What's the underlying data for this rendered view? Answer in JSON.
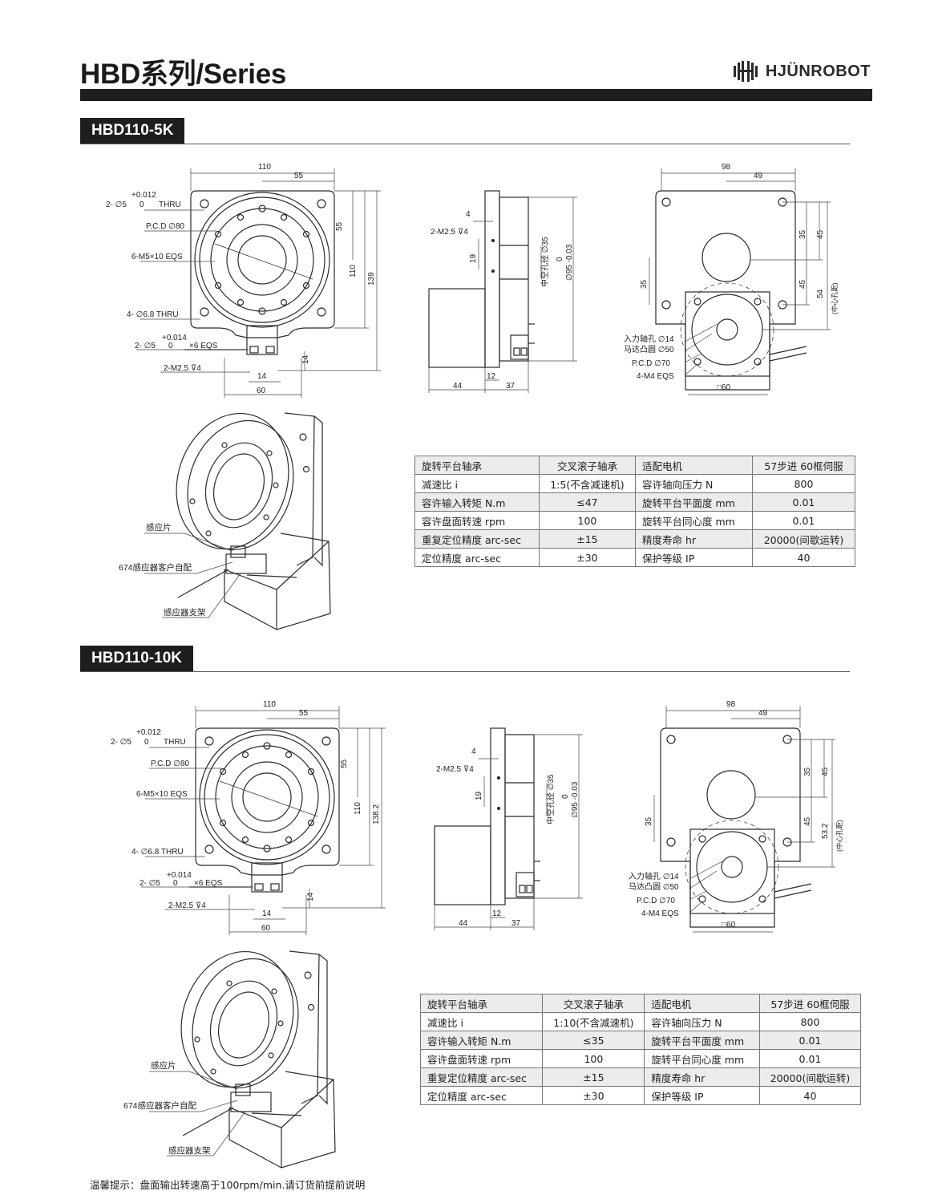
{
  "header": {
    "title": "HBD系列/Series",
    "brand": "HJÜNROBOT",
    "brand_icon": "brand-logo-icon"
  },
  "sections": [
    {
      "model": "HBD110-5K",
      "front_dims": {
        "width_total": "110",
        "width_half": "55",
        "h_right": "55",
        "h_mid": "110",
        "h_total": "139",
        "bottom_60": "60",
        "bottom_14": "14",
        "side_14": "14",
        "tol1_top": "+0.012",
        "tol1_bottom": "0",
        "pin_top": "2- ∅5",
        "pin_top_suffix": "THRU",
        "pcd": "P.C.D ∅80",
        "m5": "6-M5×10 EQS",
        "thru68": "4- ∅6.8 THRU",
        "tol2_top": "+0.014",
        "tol2_bottom": "0",
        "pin_bottom": "2- ∅5",
        "pin_bottom_suffix": "×6 EQS",
        "m25": "2-M2.5 ⊽4"
      },
      "side_dims": {
        "d4": "4",
        "m25": "2-M2.5 ⊽4",
        "d19": "19",
        "hollow": "中空孔径 ∅35",
        "tol_zero": "0",
        "dia95": "∅95 -0.03",
        "d44": "44",
        "d12": "12",
        "d37": "37"
      },
      "rear_dims": {
        "w98": "98",
        "w49": "49",
        "v35": "35",
        "v45a": "45",
        "v45b": "45",
        "v54": "54",
        "center_dist": "(中心孔距)",
        "left35": "35",
        "shaft": "入力轴孔 ∅14",
        "boss": "马达凸圆 ∅50",
        "pcd70": "P.C.D ∅70",
        "m4": "4-M4 EQS",
        "sq60": "□60"
      },
      "callouts": [
        "感应片",
        "674感应器客户自配",
        "感应器支架"
      ],
      "specs": [
        [
          "旋转平台轴承",
          "交叉滚子轴承",
          "适配电机",
          "57步进 60框伺服"
        ],
        [
          "减速比 i",
          "1:5(不含减速机)",
          "容许轴向压力 N",
          "800"
        ],
        [
          "容许输入转矩 N.m",
          "≤47",
          "旋转平台平面度 mm",
          "0.01"
        ],
        [
          "容许盘面转速 rpm",
          "100",
          "旋转平台同心度 mm",
          "0.01"
        ],
        [
          "重复定位精度 arc-sec",
          "±15",
          "精度寿命 hr",
          "20000(间歇运转)"
        ],
        [
          "定位精度 arc-sec",
          "±30",
          "保护等级 IP",
          "40"
        ]
      ]
    },
    {
      "model": "HBD110-10K",
      "front_dims": {
        "width_total": "110",
        "width_half": "55",
        "h_right": "55",
        "h_mid": "110",
        "h_total": "138.2",
        "bottom_60": "60",
        "bottom_14": "14",
        "side_14": "14",
        "tol1_top": "+0.012",
        "tol1_bottom": "0",
        "pin_top": "2- ∅5",
        "pin_top_suffix": "THRU",
        "pcd": "P.C.D ∅80",
        "m5": "6-M5×10 EQS",
        "thru68": "4- ∅6.8 THRU",
        "tol2_top": "+0.014",
        "tol2_bottom": "0",
        "pin_bottom": "2- ∅5",
        "pin_bottom_suffix": "×6 EQS",
        "m25": "2-M2.5 ⊽4"
      },
      "side_dims": {
        "d4": "4",
        "m25": "2-M2.5 ⊽4",
        "d19": "19",
        "hollow": "中空孔径 ∅35",
        "tol_zero": "0",
        "dia95": "∅95 -0.03",
        "d44": "44",
        "d12": "12",
        "d37": "37"
      },
      "rear_dims": {
        "w98": "98",
        "w49": "49",
        "v35": "35",
        "v45a": "45",
        "v45b": "45",
        "v54": "53.2",
        "center_dist": "(中心孔距)",
        "left35": "35",
        "shaft": "入力轴孔 ∅14",
        "boss": "马达凸圆 ∅50",
        "pcd70": "P.C.D ∅70",
        "m4": "4-M4 EQS",
        "sq60": "□60"
      },
      "callouts": [
        "感应片",
        "674感应器客户自配",
        "感应器支架"
      ],
      "specs": [
        [
          "旋转平台轴承",
          "交叉滚子轴承",
          "适配电机",
          "57步进 60框伺服"
        ],
        [
          "减速比 i",
          "1:10(不含减速机)",
          "容许轴向压力 N",
          "800"
        ],
        [
          "容许输入转矩 N.m",
          "≤35",
          "旋转平台平面度 mm",
          "0.01"
        ],
        [
          "容许盘面转速 rpm",
          "100",
          "旋转平台同心度 mm",
          "0.01"
        ],
        [
          "重复定位精度 arc-sec",
          "±15",
          "精度寿命 hr",
          "20000(间歇运转)"
        ],
        [
          "定位精度 arc-sec",
          "±30",
          "保护等级 IP",
          "40"
        ]
      ]
    }
  ],
  "footer": {
    "note": "温馨提示：盘面输出转速高于100rpm/min.请订货前提前说明"
  }
}
